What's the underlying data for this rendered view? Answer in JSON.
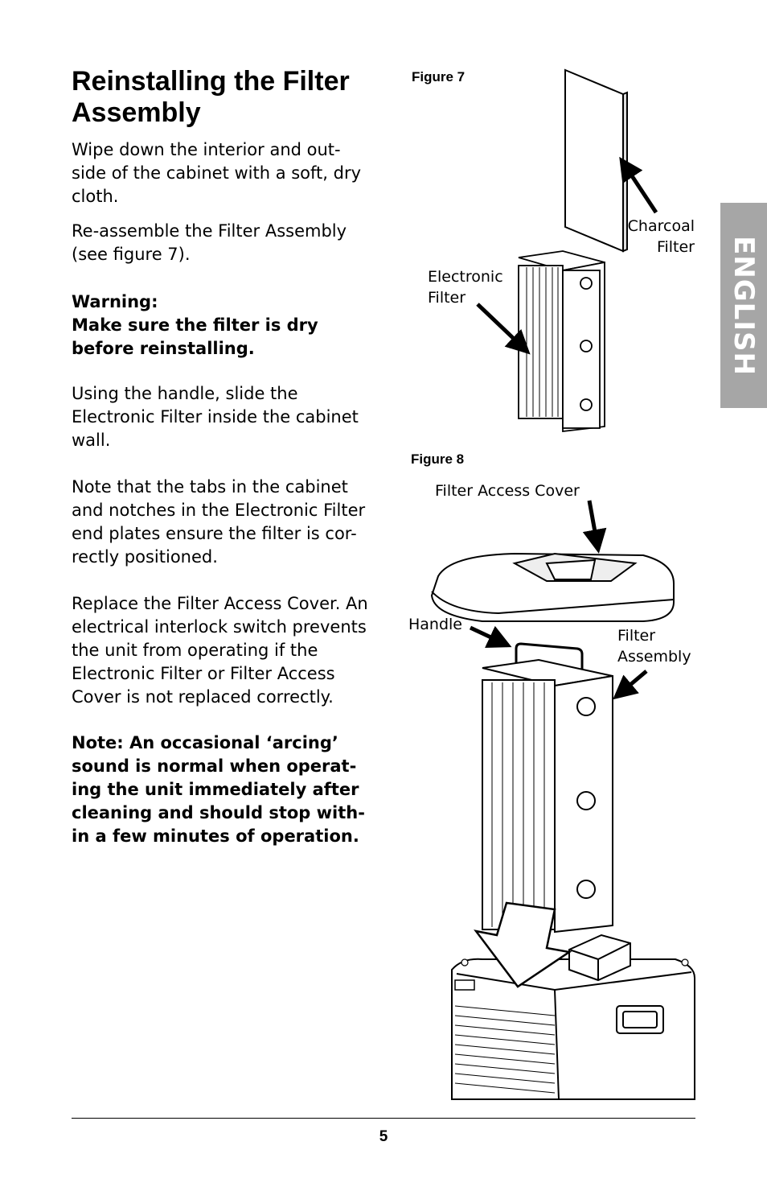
{
  "title": [
    "Reinstalling the Filter",
    "Assembly"
  ],
  "paragraphs": {
    "p1": [
      "Wipe down the interior and out-",
      "side of the cabinet with a soft, dry",
      "cloth."
    ],
    "p2": [
      "Re-assemble the Filter Assembly",
      "(see figure 7)."
    ],
    "warning": [
      "Warning:",
      "Make sure the filter is dry",
      "before reinstalling."
    ],
    "p3": [
      "Using the handle, slide the",
      "Electronic Filter inside the cabinet",
      "wall."
    ],
    "p4": [
      "Note that the tabs in the cabinet",
      "and notches in the Electronic Filter",
      "end plates ensure the filter is cor-",
      "rectly positioned."
    ],
    "p5": [
      "Replace the Filter Access Cover. An",
      "electrical interlock switch prevents",
      "the unit from operating if the",
      "Electronic Filter or Filter Access",
      "Cover is not replaced correctly."
    ],
    "note": [
      "Note: An occasional ‘arcing’",
      "sound is normal when operat-",
      "ing the unit immediately after",
      "cleaning and should stop with-",
      "in a few minutes of operation."
    ]
  },
  "figure7": {
    "label": "Figure 7",
    "charcoal": [
      "Charcoal",
      "Filter"
    ],
    "electronic": [
      "Electronic",
      "Filter"
    ]
  },
  "figure8": {
    "label": "Figure 8",
    "access_cover": "Filter Access Cover",
    "handle": "Handle",
    "assembly": [
      "Filter",
      "Assembly"
    ]
  },
  "side_tab": "ENGLISH",
  "page_number": "5"
}
